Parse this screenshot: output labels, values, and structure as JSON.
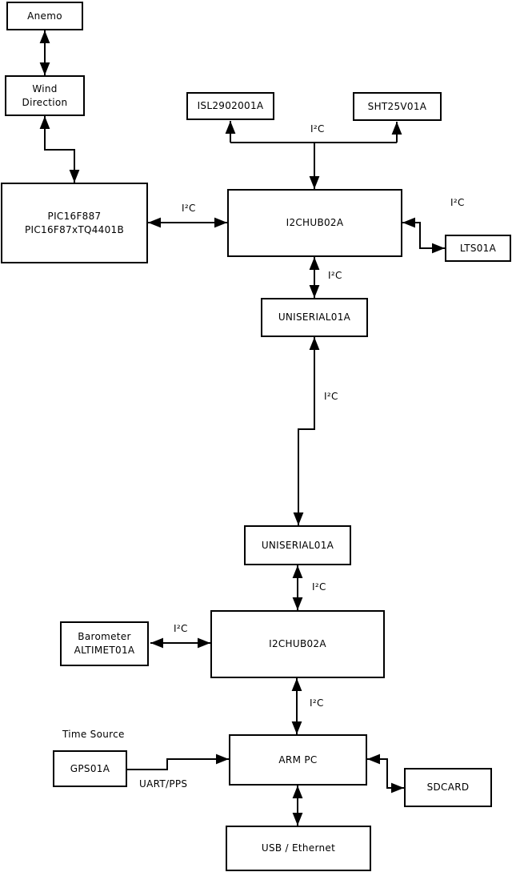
{
  "diagram": {
    "background_color": "#ffffff",
    "line_color": "#000000",
    "nodes": {
      "anemo": "Anemo",
      "wind_direction_line1": "Wind",
      "wind_direction_line2": "Direction",
      "pic_line1": "PIC16F887",
      "pic_line2": "PIC16F87xTQ4401B",
      "isl": "ISL2902001A",
      "sht": "SHT25V01A",
      "i2c_hub_1": "I2CHUB02A",
      "lts": "LTS01A",
      "uniserial_1": "UNISERIAL01A",
      "uniserial_2": "UNISERIAL01A",
      "i2c_hub_2": "I2CHUB02A",
      "barometer_line1": "Barometer",
      "barometer_line2": "ALTIMET01A",
      "arm_pc": "ARM PC",
      "gps": "GPS01A",
      "sdcard": "SDCARD",
      "usb_ethernet": "USB / Ethernet"
    },
    "edge_labels": {
      "i2c": "I²C",
      "uart_pps": "UART/PPS",
      "time_source": "Time Source"
    }
  }
}
